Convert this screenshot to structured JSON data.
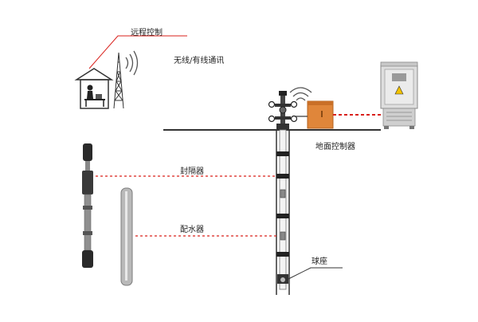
{
  "labels": {
    "remote_control": "远程控制",
    "wireless": "无线/有线通讯",
    "ground_controller": "地面控制器",
    "packer": "封隔器",
    "water_distributor": "配水器",
    "ball_seat": "球座"
  },
  "colors": {
    "callout_line": "#d9201b",
    "ground_line": "#333333",
    "cabinet": "#dcdcdc",
    "controller_box": "#e0863a",
    "tool_steel": "#9a9a9a",
    "tool_dark": "#2a2a2a"
  },
  "icons": {
    "house": "house-icon",
    "tower": "antenna-tower-icon",
    "signal": "wireless-signal-icon",
    "wellhead": "wellhead-icon",
    "controller": "ground-controller-icon",
    "cabinet": "control-cabinet-icon",
    "packer_tool": "packer-tool-icon",
    "distributor_tool": "water-distributor-tool-icon"
  }
}
